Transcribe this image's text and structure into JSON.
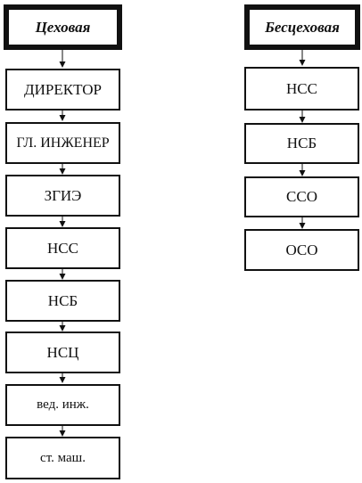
{
  "left_column": {
    "header": "Цеховая",
    "nodes": [
      "ДИРЕКТОР",
      "ГЛ. ИНЖЕНЕР",
      "ЗГИЭ",
      "НСС",
      "НСБ",
      "НСЦ",
      "вед. инж.",
      "ст. маш."
    ]
  },
  "right_column": {
    "header": "Бесцеховая",
    "nodes": [
      "НСС",
      "НСБ",
      "ССО",
      "ОСО"
    ]
  }
}
